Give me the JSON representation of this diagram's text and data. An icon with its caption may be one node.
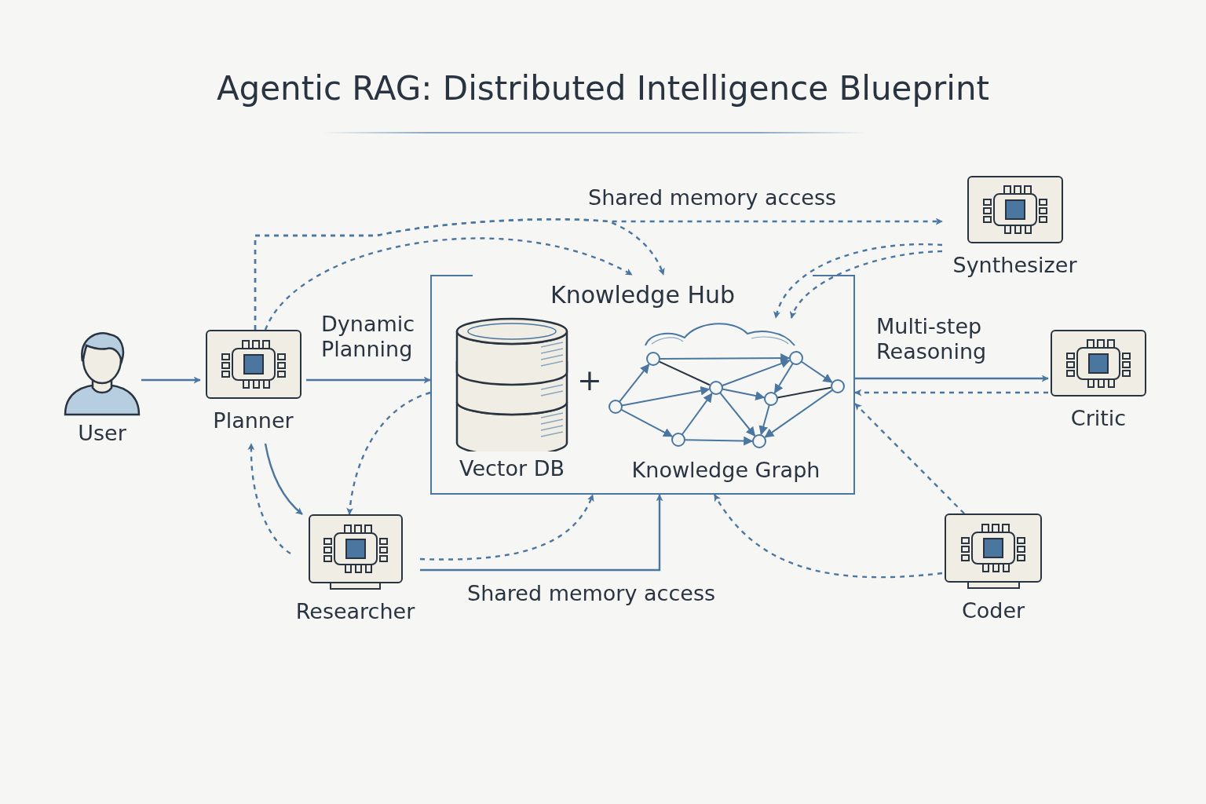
{
  "diagram": {
    "title": "Agentic RAG: Distributed Intelligence Blueprint",
    "nodes": [
      {
        "text": [
          "User"
        ]
      },
      {
        "text": [
          "Planner"
        ]
      },
      {
        "text": [
          "Knowledge Hub"
        ]
      },
      {
        "text": [
          "Vector DB"
        ],
        "in": 2
      },
      {
        "text": [
          "Knowledge Graph"
        ],
        "in": 2
      },
      {
        "text": [
          "Synthesizer"
        ]
      },
      {
        "text": [
          "Critic"
        ]
      },
      {
        "text": [
          "Researcher"
        ]
      },
      {
        "text": [
          "Coder"
        ]
      }
    ],
    "edges": [
      {
        "from": 0,
        "to": 1,
        "arrow": "to"
      },
      {
        "from": 1,
        "to": 2,
        "arrow": "to",
        "label": "Dynamic Planning"
      },
      {
        "from": 1,
        "to": 2,
        "arrow": "to",
        "style": "dashed"
      },
      {
        "from": 1,
        "to": 2,
        "arrow": "to",
        "style": "dashed"
      },
      {
        "from": 1,
        "to": 5,
        "arrow": "to",
        "style": "dashed",
        "label": "Shared memory access"
      },
      {
        "from": 5,
        "to": 4,
        "arrow": "to",
        "style": "dashed"
      },
      {
        "from": 5,
        "to": 4,
        "arrow": "to",
        "style": "dashed"
      },
      {
        "from": 2,
        "to": 6,
        "arrow": "to",
        "label": "Multi-step Reasoning"
      },
      {
        "from": 6,
        "to": 2,
        "arrow": "to",
        "style": "dashed"
      },
      {
        "from": 8,
        "to": 2,
        "arrow": "to",
        "style": "dashed"
      },
      {
        "from": 8,
        "to": 2,
        "arrow": "to",
        "style": "dashed"
      },
      {
        "from": 2,
        "to": 7,
        "arrow": "to",
        "style": "dashed"
      },
      {
        "from": 1,
        "to": 7,
        "arrow": "to"
      },
      {
        "from": 7,
        "to": 1,
        "arrow": "to",
        "style": "dashed"
      },
      {
        "from": 7,
        "to": 2,
        "arrow": "to",
        "style": "dashed"
      },
      {
        "from": 7,
        "to": 2,
        "arrow": "to",
        "label": "Shared memory access"
      }
    ],
    "labels": [
      "+"
    ]
  }
}
